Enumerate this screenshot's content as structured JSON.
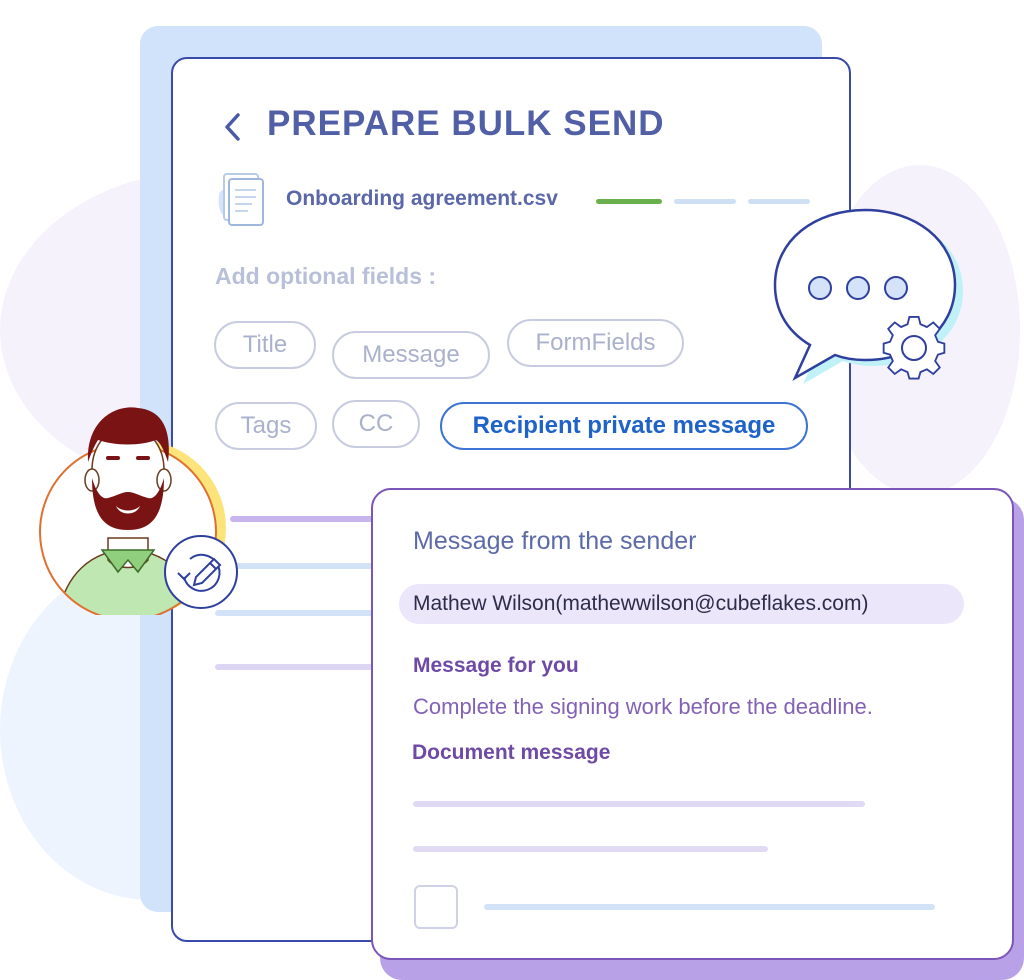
{
  "header": {
    "title": "PREPARE BULK SEND"
  },
  "file": {
    "name": "Onboarding agreement.csv",
    "steps": [
      {
        "state": "done",
        "color": "#6ab04c"
      },
      {
        "state": "pending",
        "color": "#cfe0f5"
      },
      {
        "state": "pending",
        "color": "#cfe0f5"
      }
    ]
  },
  "optional_fields": {
    "label": "Add optional fields :",
    "chips": [
      {
        "label": "Title",
        "selected": false
      },
      {
        "label": "Message",
        "selected": false
      },
      {
        "label": "FormFields",
        "selected": false
      },
      {
        "label": "Tags",
        "selected": false
      },
      {
        "label": "CC",
        "selected": false
      },
      {
        "label": "Recipient private message",
        "selected": true
      }
    ]
  },
  "message_panel": {
    "title": "Message from the sender",
    "sender": "Mathew Wilson(mathewwilson@cubeflakes.com)",
    "message_label": "Message for you",
    "message_text": "Complete the signing work before the deadline.",
    "document_message_label": "Document message"
  },
  "icons": {
    "back": "chevron-left-icon",
    "document": "document-icon",
    "chat": "chat-bubble-icon",
    "settings": "gear-icon",
    "edit": "edit-pencil-icon",
    "avatar": "user-avatar"
  },
  "colors": {
    "card_border": "#3a4aa8",
    "accent_blue": "#1f63c9",
    "accent_purple": "#7b55b8",
    "progress_done": "#6ab04c"
  }
}
